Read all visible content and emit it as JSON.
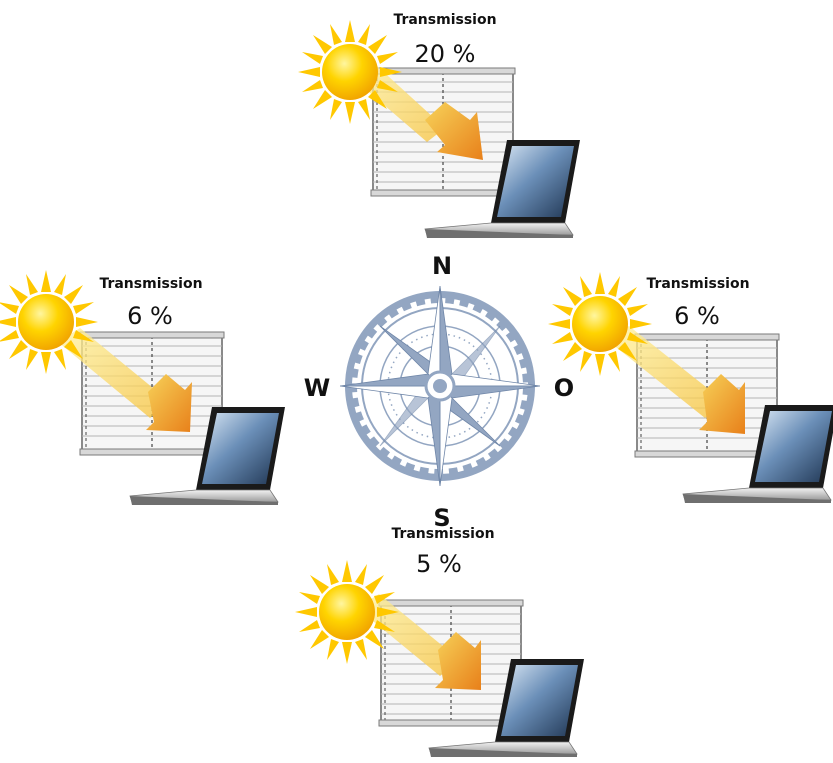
{
  "panels": [
    {
      "id": "north",
      "label": "Transmission",
      "value": "20 %"
    },
    {
      "id": "west",
      "label": "Transmission",
      "value": "6 %"
    },
    {
      "id": "east",
      "label": "Transmission",
      "value": "6 %"
    },
    {
      "id": "south",
      "label": "Transmission",
      "value": "5 %"
    }
  ],
  "compass": {
    "n": "N",
    "w": "W",
    "o": "O",
    "s": "S"
  },
  "colors": {
    "compass": "#93a6c2",
    "sun": "#f7c600",
    "arrow": "#ef8c1a",
    "frame": "#8a8a8a"
  },
  "icons": [
    "sun-icon",
    "pleated-blind-icon",
    "light-arrow-icon",
    "laptop-icon",
    "compass-rose-icon"
  ]
}
